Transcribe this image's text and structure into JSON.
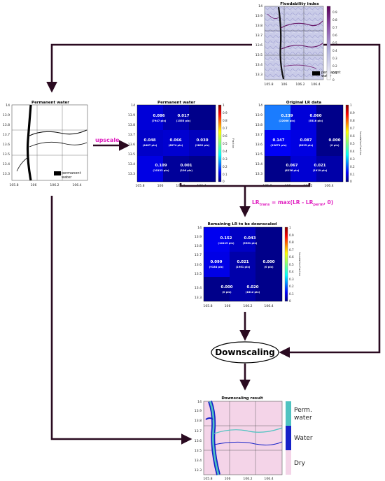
{
  "floodability": {
    "title": "Floodability index",
    "colorbar_ticks": [
      "0.9",
      "0.8",
      "0.7",
      "0.6",
      "0.5",
      "0.4",
      "0.3",
      "0.2",
      "0.1",
      "0"
    ],
    "legend": [
      "permanent",
      "water"
    ]
  },
  "perm_water_map": {
    "title": "Permanent water",
    "legend": [
      "permanent",
      "water"
    ]
  },
  "perm_water_grid": {
    "title": "Permanent water",
    "colorbar_label": "Fraction",
    "cells": [
      {
        "v": "0.086",
        "p": "(7947 pix)"
      },
      {
        "v": "0.017",
        "p": "(1555 pix)"
      },
      {
        "v": "0.048",
        "p": "(4487 pix)"
      },
      {
        "v": "0.066",
        "p": "(6074 pix)"
      },
      {
        "v": "0.030",
        "p": "(2802 pix)"
      },
      {
        "v": "0.109",
        "p": "(10133 pix)"
      },
      {
        "v": "0.001",
        "p": "(106 pix)"
      }
    ]
  },
  "original_lr": {
    "title": "Original  LR data",
    "colorbar_label": "Inundation fraction",
    "cells": [
      {
        "v": "0.239",
        "p": "(22066 pix)"
      },
      {
        "v": "0.060",
        "p": "(5516 pix)"
      },
      {
        "v": "0.147",
        "p": "(13671 pix)"
      },
      {
        "v": "0.087",
        "p": "(8025 pix)"
      },
      {
        "v": "0.000",
        "p": "(0 pix)"
      },
      {
        "v": "0.067",
        "p": "(6236 pix)"
      },
      {
        "v": "0.021",
        "p": "(1919 pix)"
      }
    ]
  },
  "remaining_lr": {
    "title": "Remaining LR to be downscaled",
    "colorbar_label": "Inundation fraction",
    "cells": [
      {
        "v": "0.152",
        "p": "(14119 pix)"
      },
      {
        "v": "0.043",
        "p": "(3961 pix)"
      },
      {
        "v": "0.099",
        "p": "(9184 pix)"
      },
      {
        "v": "0.021",
        "p": "(1961 pix)"
      },
      {
        "v": "0.000",
        "p": "(0 pix)"
      },
      {
        "v": "0.000",
        "p": "(0 pix)"
      },
      {
        "v": "0.020",
        "p": "(1812 pix)"
      }
    ]
  },
  "cb_ticks_0_1": [
    "1",
    "0.9",
    "0.8",
    "0.7",
    "0.6",
    "0.5",
    "0.4",
    "0.3",
    "0.2",
    "0.1",
    "0"
  ],
  "lat_ticks": [
    "14",
    "13.9",
    "13.8",
    "13.7",
    "13.6",
    "13.5",
    "13.4",
    "13.3"
  ],
  "lon_ticks": [
    "105.8",
    "106",
    "106.2",
    "106.4"
  ],
  "upscale_label": "upscale",
  "formula": {
    "lr": "LR",
    "trans": "trans",
    "mid": " = max(LR - LR",
    "perm": "perm",
    "end": ", 0)"
  },
  "downscaling_label": "Downscaling",
  "result": {
    "title": "Downscaling result",
    "legend": [
      {
        "label": [
          "Perm.",
          "water"
        ],
        "color": "#4fc3c1"
      },
      {
        "label": [
          "Water"
        ],
        "color": "#1622c8"
      },
      {
        "label": [
          "Dry"
        ],
        "color": "#f4d4e8"
      }
    ]
  },
  "colors": {
    "arrow": "#2a0a20",
    "cell_dark": "#00008a",
    "magenta": "#e020c0"
  }
}
